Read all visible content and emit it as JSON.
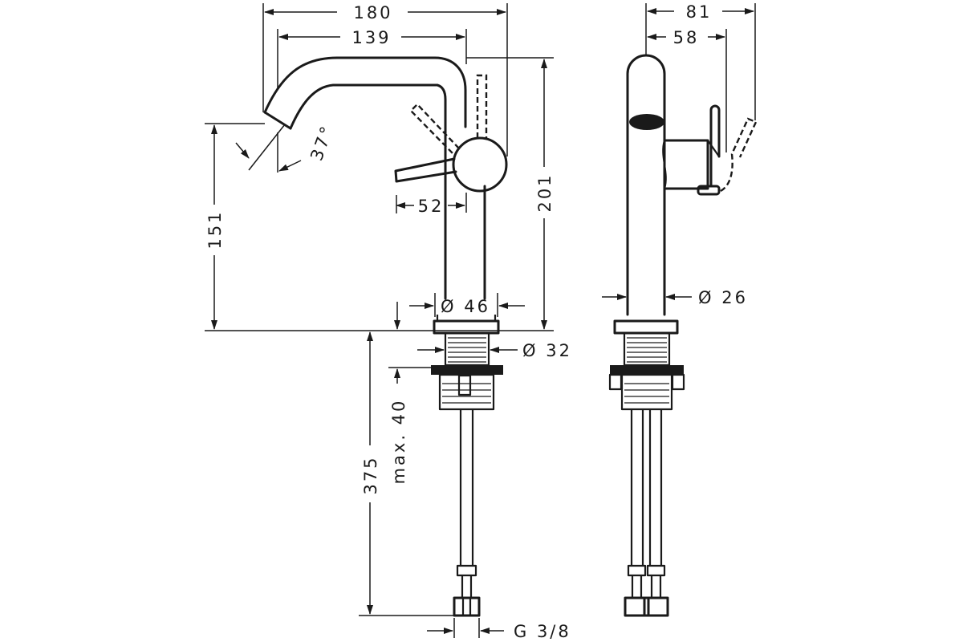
{
  "dimensions": {
    "spout_reach_total": "180",
    "spout_reach": "139",
    "spout_angle": "37°",
    "lever_offset": "52",
    "total_height": "201",
    "spout_height": "151",
    "base_diameter": "Ø 46",
    "shank_diameter": "Ø 32",
    "max_countertop": "max. 40",
    "hose_length": "375",
    "connection_thread": "G 3/8",
    "side_depth_total": "81",
    "side_depth": "58",
    "body_diameter": "Ø 26"
  }
}
